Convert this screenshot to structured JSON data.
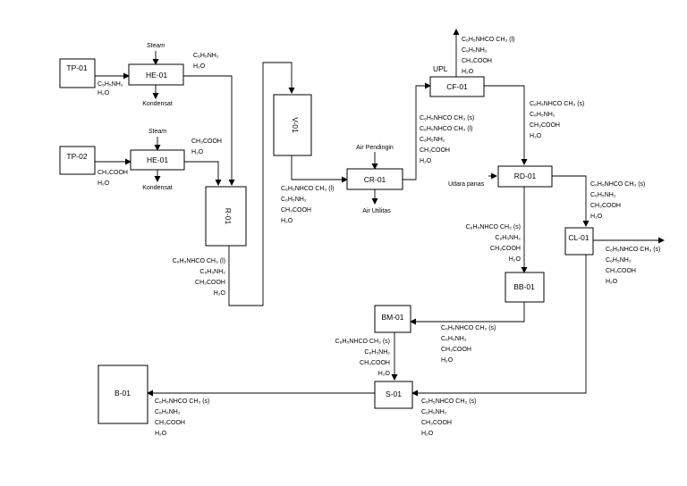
{
  "units": {
    "tp01": "TP-01",
    "tp02": "TP-02",
    "he01a": "HE-01",
    "he01b": "HE-01",
    "r01": "R-01",
    "v01": "V-01",
    "cr01": "CR-01",
    "cf01": "CF-01",
    "rd01": "RD-01",
    "cl01": "CL-01",
    "bb01": "BB-01",
    "bm01": "BM-01",
    "s01": "S-01",
    "b01": "B-01"
  },
  "utilities": {
    "steam1": "Steam",
    "steam2": "Steam",
    "kondensat1": "Kondensat",
    "kondensat2": "Kondensat",
    "air_pendingin": "Air Pendingin",
    "air_utilitas": "Air Utilitas",
    "udara_panas": "Udara panas",
    "upl": "UPL"
  },
  "streams": {
    "tp01_out": [
      "C₆H₅NH₂",
      "H₂O"
    ],
    "he01a_out": [
      "C₆H₅NH₂",
      "H₂O"
    ],
    "tp02_out": [
      "CH₃COOH",
      "H₂O"
    ],
    "he01b_out": [
      "CH₃COOH",
      "H₂O"
    ],
    "r01_out": [
      "C₆H₅NHCO CH₃ (l)",
      "C₆H₅NH₂",
      "CH₃COOH",
      "H₂O"
    ],
    "v01_out": [
      "C₆H₅NHCO CH₃ (l)",
      "C₆H₅NH₂",
      "CH₃COOH",
      "H₂O"
    ],
    "cr01_out": [
      "C₆H₅NHCO CH₃ (s)",
      "C₆H₅NHCO CH₃ (l)",
      "C₆H₅NH₂",
      "CH₃COOH",
      "H₂O"
    ],
    "cf01_top": [
      "C₆H₅NHCO CH₃ (l)",
      "C₆H₅NH₂",
      "CH₃COOH",
      "H₂O"
    ],
    "cf01_out": [
      "C₆H₅NHCO CH₃ (s)",
      "C₆H₅NH₂",
      "CH₃COOH",
      "H₂O"
    ],
    "rd01_bottom": [
      "C₆H₅NHCO CH₃ (s)",
      "C₆H₅NH₂",
      "CH₃COOH",
      "H₂O"
    ],
    "rd01_right": [
      "C₆H₅NHCO CH₃ (s)",
      "C₆H₅NH₂",
      "CH₃COOH",
      "H₂O"
    ],
    "cl01_out": [
      "C₆H₅NHCO CH₃ (s)",
      "C₆H₅NH₂",
      "CH₃COOH",
      "H₂O"
    ],
    "bb01_out": [
      "C₆H₅NHCO CH₃ (s)",
      "C₆H₅NH₂",
      "CH₃COOH",
      "H₂O"
    ],
    "bm01_out": [
      "C₆H₅NHCO CH₃ (s)",
      "C₆H₅NH₂",
      "CH₃COOH",
      "H₂O"
    ],
    "s01_in": [
      "C₆H₅NHCO CH₃ (s)",
      "C₆H₅NH₂",
      "CH₃COOH",
      "H₂O"
    ],
    "s01_out": [
      "C₆H₅NHCO CH₃ (s)",
      "C₆H₅NH₂",
      "CH₃COOH",
      "H₂O"
    ]
  }
}
